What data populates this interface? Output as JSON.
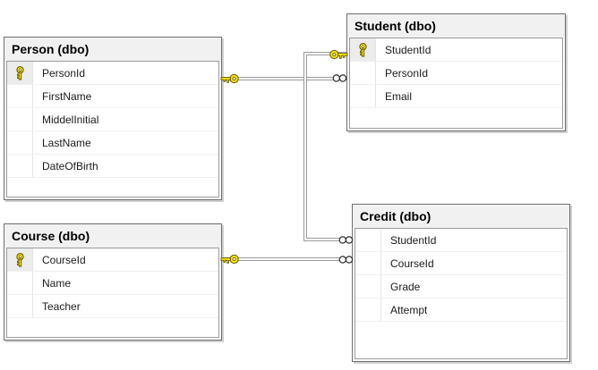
{
  "diagram": {
    "type": "database-relationship-diagram",
    "background": "#ffffff"
  },
  "tables": {
    "person": {
      "title": "Person (dbo)",
      "columns": [
        {
          "name": "PersonId",
          "primary_key": true
        },
        {
          "name": "FirstName",
          "primary_key": false
        },
        {
          "name": "MiddelInitial",
          "primary_key": false
        },
        {
          "name": "LastName",
          "primary_key": false
        },
        {
          "name": "DateOfBirth",
          "primary_key": false
        }
      ]
    },
    "student": {
      "title": "Student (dbo)",
      "columns": [
        {
          "name": "StudentId",
          "primary_key": true
        },
        {
          "name": "PersonId",
          "primary_key": false
        },
        {
          "name": "Email",
          "primary_key": false
        }
      ]
    },
    "course": {
      "title": "Course (dbo)",
      "columns": [
        {
          "name": "CourseId",
          "primary_key": true
        },
        {
          "name": "Name",
          "primary_key": false
        },
        {
          "name": "Teacher",
          "primary_key": false
        }
      ]
    },
    "credit": {
      "title": "Credit (dbo)",
      "columns": [
        {
          "name": "StudentId",
          "primary_key": false
        },
        {
          "name": "CourseId",
          "primary_key": false
        },
        {
          "name": "Grade",
          "primary_key": false
        },
        {
          "name": "Attempt",
          "primary_key": false
        }
      ]
    }
  },
  "relationships": [
    {
      "one_side": "Person.PersonId",
      "many_side": "Student.PersonId",
      "one_symbol": "key",
      "many_symbol": "infinity"
    },
    {
      "one_side": "Student.StudentId",
      "many_side": "Credit.StudentId",
      "one_symbol": "key",
      "many_symbol": "infinity"
    },
    {
      "one_side": "Course.CourseId",
      "many_side": "Credit.CourseId",
      "one_symbol": "key",
      "many_symbol": "infinity"
    }
  ],
  "icons": {
    "primary_key": "key-icon",
    "one_end": "key-icon",
    "many_end": "infinity-icon"
  },
  "colors": {
    "header_bg": "#f1f1f1",
    "table_border": "#6e6e6e",
    "grid_border": "#9b9b9b",
    "row_separator": "#efefef",
    "relationship_line": "#9a9a9a",
    "key_icon_fill": "#ffe600",
    "infinity_stroke": "#2f2f2f"
  }
}
